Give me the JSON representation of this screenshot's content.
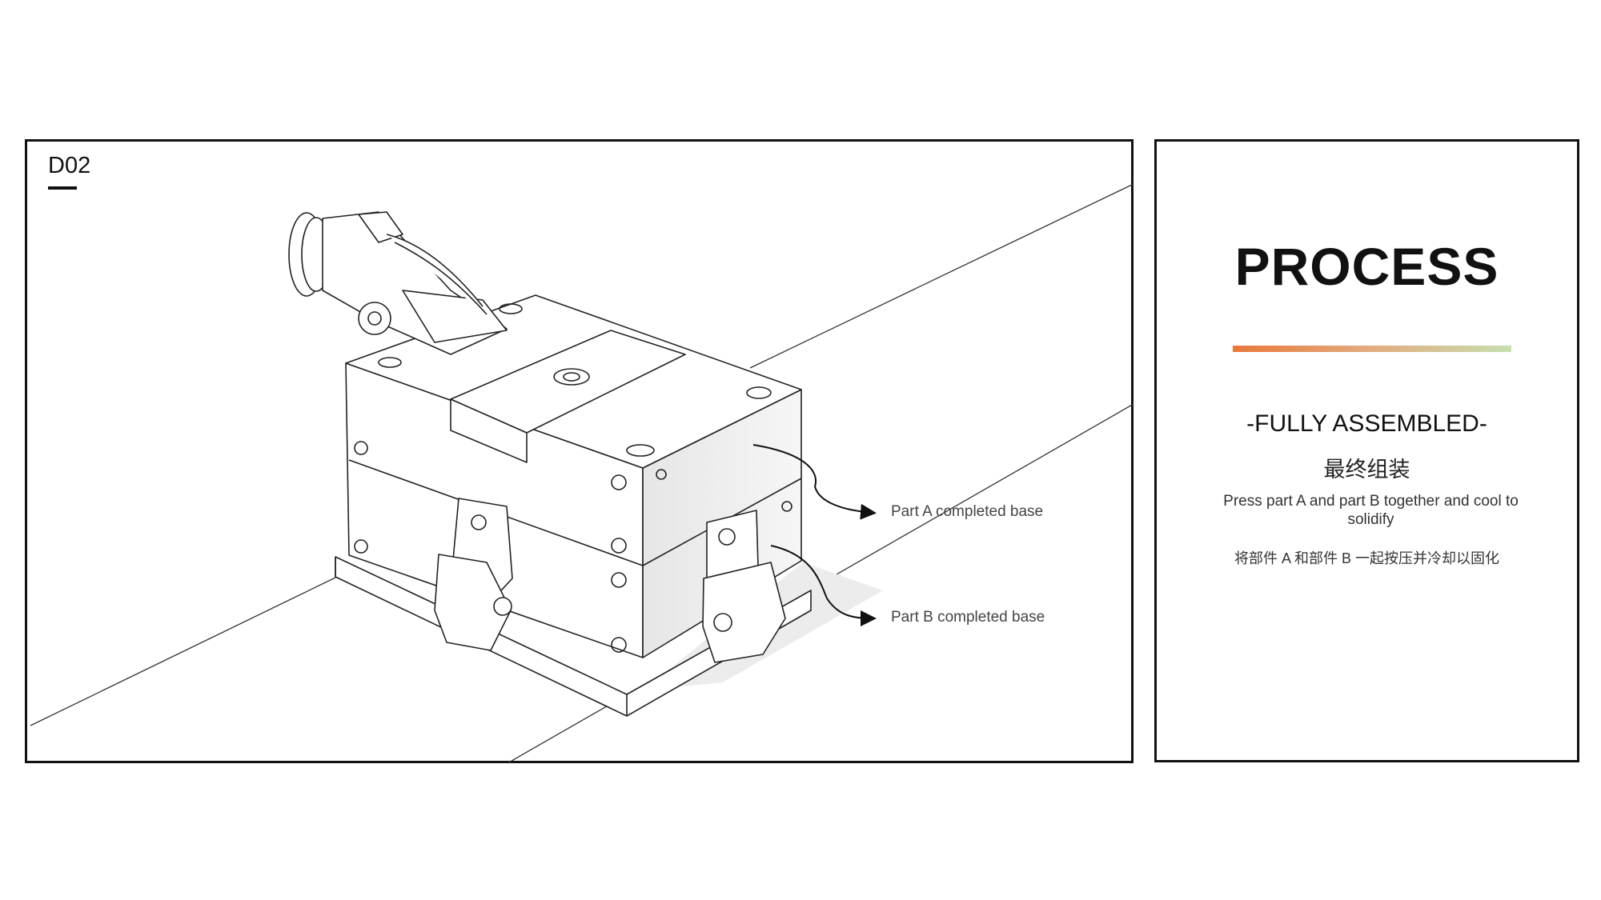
{
  "diagram": {
    "code": "D02",
    "labels": {
      "part_a": "Part A completed base",
      "part_b": "Part B completed base"
    }
  },
  "panel": {
    "title": "PROCESS",
    "subtitle": "-FULLY ASSEMBLED-",
    "subtitle_cn": "最终组装",
    "description": "Press part A and part B together and cool to solidify",
    "description_cn": "将部件 A 和部件 B 一起按压并冷却以固化",
    "gradient_colors": [
      "#e9783a",
      "#c7dfb0"
    ]
  }
}
